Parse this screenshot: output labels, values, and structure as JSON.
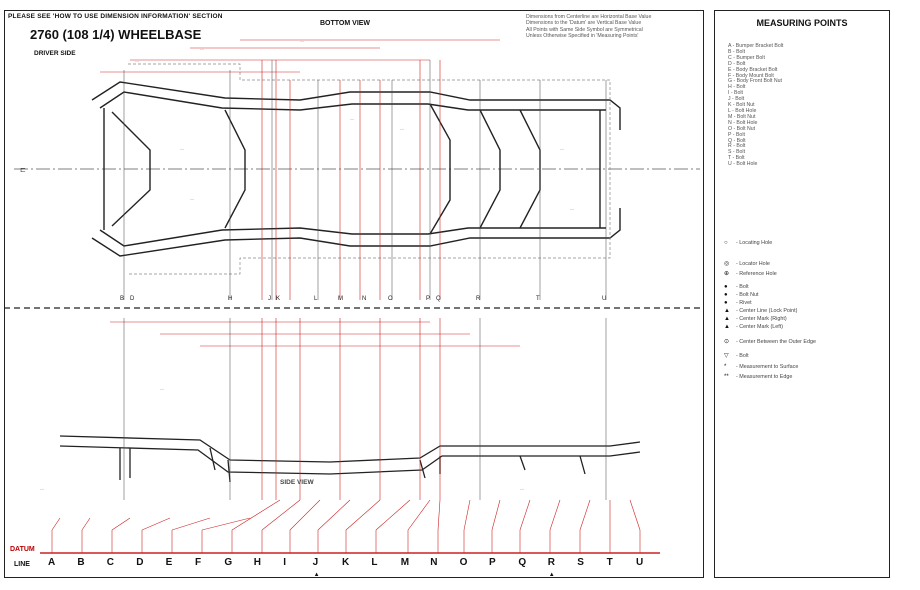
{
  "header": {
    "note_top_left": "PLEASE SEE 'HOW TO USE DIMENSION INFORMATION' SECTION",
    "wheelbase_title": "2760 (108 1/4) WHEELBASE",
    "driver_side": "DRIVER SIDE",
    "bottom_view": "BOTTOM VIEW",
    "side_view": "SIDE VIEW"
  },
  "notes": [
    "Dimensions from Centerline are Horizontal Base Value",
    "Dimensions to the 'Datum' are Vertical Base Value",
    "All Points with Same Side Symbol are Symmetrical",
    "Unless Otherwise Specified in 'Measuring Points'"
  ],
  "measuring_points": {
    "title": "MEASURING POINTS",
    "items": [
      "A - Bumper Bracket Bolt",
      "B - Bolt",
      "C - Bumper Bolt",
      "D - Bolt",
      "E - Body Bracket Bolt",
      "F - Body Mount Bolt",
      "G - Body Front Bolt Nut",
      "H - Bolt",
      "I - Bolt",
      "J - Bolt",
      "K - Bolt Nut",
      "L - Bolt Hole",
      "M - Bolt Nut",
      "N - Bolt Hole",
      "O - Bolt Nut",
      "P - Bolt",
      "Q - Bolt",
      "R - Bolt",
      "S - Bolt",
      "T - Bolt",
      "U - Bolt Hole"
    ]
  },
  "legend": [
    {
      "sym": "○",
      "label": "Locating Hole"
    },
    {
      "sym": "◎",
      "label": "Locator Hole"
    },
    {
      "sym": "⊕",
      "label": "Reference Hole"
    },
    {
      "sym": "●",
      "label": "Bolt"
    },
    {
      "sym": "●",
      "label": "Bolt Nut"
    },
    {
      "sym": "●",
      "label": "Rivet"
    },
    {
      "sym": "▲",
      "label": "Center Line (Lock Point)"
    },
    {
      "sym": "▲",
      "label": "Center Mark (Right)"
    },
    {
      "sym": "▲",
      "label": "Center Mark (Left)"
    },
    {
      "sym": "⊙",
      "label": "Center Between the Outer Edge"
    },
    {
      "sym": "▽",
      "label": "Bolt"
    },
    {
      "sym": "*",
      "label": "Measurement to Surface"
    },
    {
      "sym": "**",
      "label": "Measurement to Edge"
    }
  ],
  "datum": {
    "datum_label": "DATUM",
    "line_label": "LINE",
    "letters": [
      "A",
      "B",
      "C",
      "D",
      "E",
      "F",
      "G",
      "H",
      "I",
      "J",
      "K",
      "L",
      "M",
      "N",
      "O",
      "P",
      "Q",
      "R",
      "S",
      "T",
      "U"
    ],
    "markers": [
      "J",
      "R"
    ]
  },
  "colors": {
    "red": "#cc2222",
    "dark": "#222222",
    "gray": "#555555"
  }
}
